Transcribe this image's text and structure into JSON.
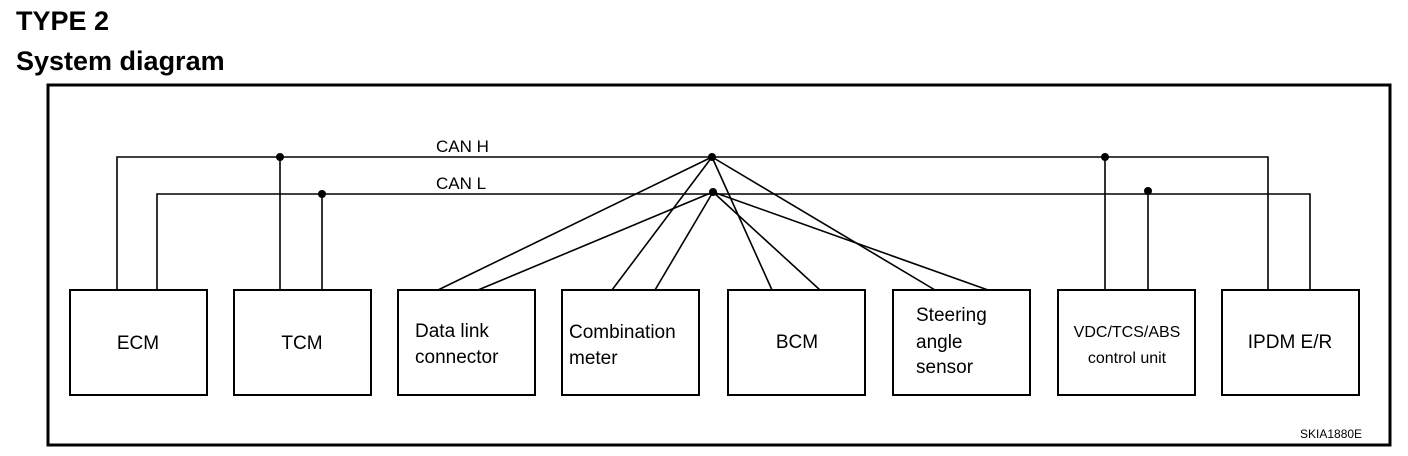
{
  "header": {
    "type_label": "TYPE 2",
    "title": "System diagram"
  },
  "bus": {
    "can_h": "CAN H",
    "can_l": "CAN L"
  },
  "modules": [
    {
      "id": "ecm",
      "lines": [
        "ECM"
      ]
    },
    {
      "id": "tcm",
      "lines": [
        "TCM"
      ]
    },
    {
      "id": "dlc",
      "lines": [
        "Data link",
        "connector"
      ]
    },
    {
      "id": "meter",
      "lines": [
        "Combination",
        "meter"
      ]
    },
    {
      "id": "bcm",
      "lines": [
        "BCM"
      ]
    },
    {
      "id": "steering",
      "lines": [
        "Steering",
        "angle",
        "sensor"
      ]
    },
    {
      "id": "vdc",
      "lines": [
        "VDC/TCS/ABS",
        "control unit"
      ]
    },
    {
      "id": "ipdm",
      "lines": [
        "IPDM E/R"
      ]
    }
  ],
  "figure_code": "SKIA1880E"
}
